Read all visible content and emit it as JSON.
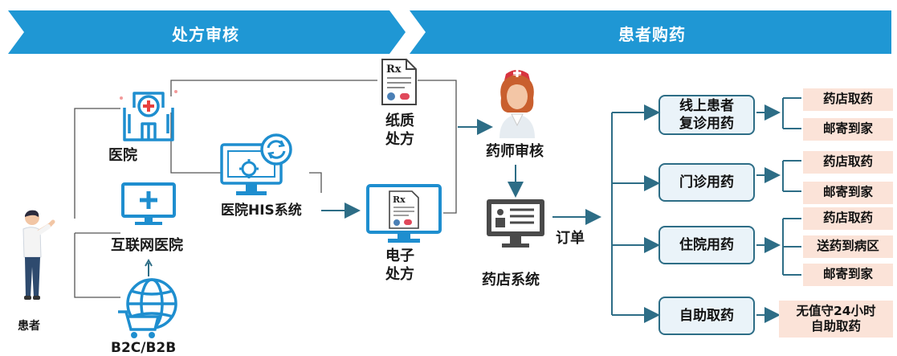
{
  "banners": {
    "left": "处方审核",
    "right": "患者购药"
  },
  "nodes": {
    "patient": "患者",
    "hospital": "医院",
    "internet_hospital": "互联网医院",
    "b2c": "B2C/B2B",
    "his": "医院HIS系统",
    "paper_rx": [
      "纸质",
      "处方"
    ],
    "e_rx": [
      "电子",
      "处方"
    ],
    "pharmacist": "药师审核",
    "pharmacy_system": "药店系统",
    "order": "订单"
  },
  "categories": [
    {
      "label": [
        "线上患者",
        "复诊用药"
      ],
      "options": [
        [
          "药店取药"
        ],
        [
          "邮寄到家"
        ]
      ]
    },
    {
      "label": [
        "门诊用药"
      ],
      "options": [
        [
          "药店取药"
        ],
        [
          "邮寄到家"
        ]
      ]
    },
    {
      "label": [
        "住院用药"
      ],
      "options": [
        [
          "药店取药"
        ],
        [
          "送药到病区"
        ],
        [
          "邮寄到家"
        ]
      ]
    },
    {
      "label": [
        "自助取药"
      ],
      "options": [
        [
          "无值守24小时",
          "自助取药"
        ]
      ]
    }
  ],
  "rx_symbol": "Rx",
  "colors": {
    "banner": "#1f97d4",
    "icon": "#1e8ecf",
    "line": "#2d6d86",
    "thin_line": "#555555",
    "option_bg": "#fbe3d8",
    "box_bg": "#eaf3f9"
  }
}
